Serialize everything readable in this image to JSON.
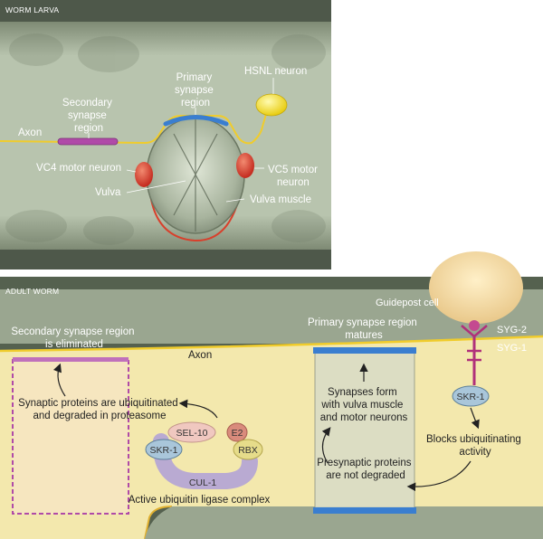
{
  "top_panel": {
    "title": "WORM LARVA",
    "labels": {
      "axon": "Axon",
      "secondary_synapse": [
        "Secondary",
        "synapse",
        "region"
      ],
      "primary_synapse": [
        "Primary",
        "synapse",
        "region"
      ],
      "hsnl": "HSNL neuron",
      "vc4": "VC4 motor neuron",
      "vc5": [
        "VC5 motor",
        "neuron"
      ],
      "vulva": "Vulva",
      "vulva_muscle": "Vulva muscle"
    }
  },
  "bottom_panel": {
    "title": "ADULT WORM",
    "labels": {
      "guidepost": "Guidepost cell",
      "syg2": "SYG-2",
      "syg1": "SYG-1",
      "axon": "Axon",
      "secondary_eliminated": [
        "Secondary synapse region",
        "is eliminated"
      ],
      "primary_matures": [
        "Primary synapse region",
        "matures"
      ],
      "ubiquitinated": [
        "Synaptic proteins are ubiquitinated",
        "and degraded in proteasome"
      ],
      "synapses_form": [
        "Synapses form",
        "with vulva muscle",
        "and motor neurons"
      ],
      "presynaptic": [
        "Presynaptic proteins",
        "are not degraded"
      ],
      "blocks": [
        "Blocks ubiquitinating",
        "activity"
      ],
      "ligase_complex": "Active ubiquitin ligase complex"
    },
    "proteins": {
      "sel10": "SEL-10",
      "e2": "E2",
      "skr1": "SKR-1",
      "rbx": "RBX",
      "cul1": "CUL-1",
      "skr1_receptor": "SKR-1"
    }
  },
  "colors": {
    "top_bg": "#5e6a5a",
    "body_band": "#b4c0ac",
    "axon_yellow": "#f0cc2c",
    "neuron_red": "#d8402c",
    "hsnl_yellow": "#f2e02a",
    "synapse_blue": "#3a7ed0",
    "synapse_purple": "#b04aa8",
    "adult_band": "#f3e8ad",
    "syg_magenta": "#b0307a",
    "guidepost": "#f2d8a0"
  }
}
